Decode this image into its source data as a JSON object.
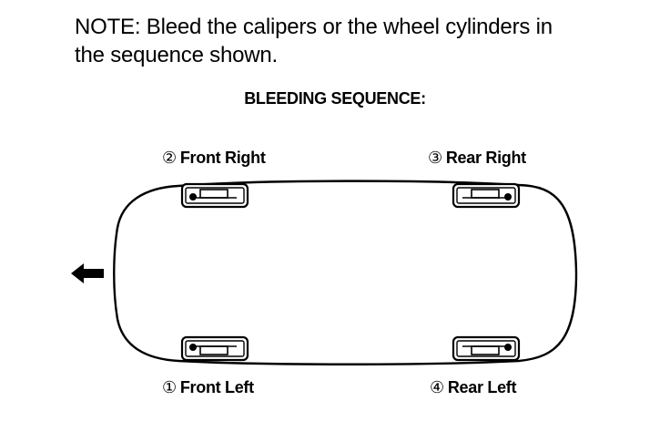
{
  "note": {
    "lines": [
      "NOTE: Bleed the calipers or the wheel cylinders in",
      "the sequence shown."
    ]
  },
  "heading": "BLEEDING SEQUENCE:",
  "wheels": {
    "front_right": {
      "number": "②",
      "label": "Front Right"
    },
    "rear_right": {
      "number": "③",
      "label": "Rear Right"
    },
    "front_left": {
      "number": "①",
      "label": "Front Left"
    },
    "rear_left": {
      "number": "④",
      "label": "Rear Left"
    }
  },
  "icons": {
    "direction_arrow": "arrow-left-icon",
    "brake_unit": "brake-caliper-icon"
  },
  "colors": {
    "ink": "#000000",
    "background": "#ffffff"
  }
}
